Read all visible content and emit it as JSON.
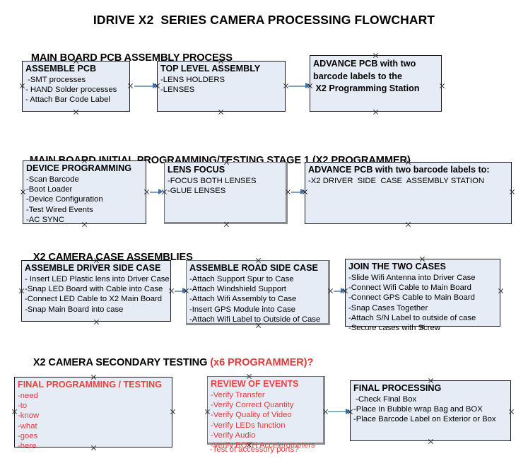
{
  "title": "IDRIVE X2  SERIES CAMERA PROCESSING FLOWCHART",
  "sections": [
    {
      "id": "sec1",
      "label": "MAIN BOARD PCB ASSEMBLY PROCESS",
      "accent": ""
    },
    {
      "id": "sec2",
      "label": "MAIN BOARD INITIAL PROGRAMMING/TESTING STAGE 1 (X2 PROGRAMMER)",
      "accent": ""
    },
    {
      "id": "sec3",
      "label": "X2 CAMERA CASE ASSEMBLIES",
      "accent": ""
    },
    {
      "id": "sec4",
      "label": "X2 CAMERA SECONDARY TESTING ",
      "accent": "(x6 PROGRAMMER)?"
    }
  ],
  "boxes": {
    "assemble_pcb": {
      "title": "ASSEMBLE PCB",
      "lines": [
        " -SMT processes",
        "- HAND Solder processes",
        "- Attach Bar Code Label"
      ]
    },
    "top_level_assembly": {
      "title": "TOP LEVEL ASSEMBLY",
      "lines": [
        "-LENS HOLDERS",
        "-LENSES"
      ]
    },
    "advance_pcb_station": {
      "title_lines": [
        "ADVANCE PCB with two",
        "barcode labels to the",
        " X2 Programming Station"
      ],
      "lines": []
    },
    "device_programming": {
      "title": "DEVICE PROGRAMMING",
      "lines": [
        "-Scan Barcode",
        "-Boot Loader",
        "-Device Configuration",
        "-Test Wired Events",
        "-AC SYNC"
      ]
    },
    "lens_focus": {
      "title": "LENS FOCUS",
      "lines": [
        "-FOCUS BOTH LENSES",
        "-GLUE LENSES"
      ]
    },
    "advance_pcb_driver": {
      "title": "ADVANCE PCB with two barcode labels to:",
      "lines": [
        "-X2 DRIVER  SIDE  CASE  ASSEMBLY STATION"
      ]
    },
    "assemble_driver_side": {
      "title": "ASSEMBLE DRIVER SIDE CASE",
      "lines": [
        "- Insert LED Plastic lens into Driver Case",
        "-Snap LED Board with Cable into Case",
        "-Connect LED Cable to X2 Main Board",
        "-Snap Main Board into case"
      ]
    },
    "assemble_road_side": {
      "title": "ASSEMBLE ROAD SIDE CASE",
      "lines": [
        "-Attach Support Spur to Case",
        "-Attach Windshield Support",
        "-Attach Wifi Assembly to Case",
        "-Insert GPS Module into Case",
        "-Attach Wifi Label to Outside of Case"
      ]
    },
    "join_two_cases": {
      "title": "JOIN THE TWO CASES",
      "lines": [
        "-Slide Wifi Antenna into Driver Case",
        "-Connect Wifi Cable to Main Board",
        "-Connect GPS Cable to Main Board",
        "-Snap Cases Together",
        "-Attach S/N Label to outside of case",
        "-Secure cases with Screw"
      ]
    },
    "final_programming": {
      "title": "FINAL PROGRAMMING / TESTING",
      "lines": [
        "-need",
        "-to",
        "-know",
        "-what",
        "-goes",
        "-here"
      ]
    },
    "review_of_events": {
      "title": "REVIEW OF EVENTS",
      "lines": [
        "-Verify Transfer",
        "-Verify Correct Quantity",
        "-Verify Quality of Video",
        "-Verify LEDs function",
        "-Verify Audio",
        "-Verify BOTH Accelerometers"
      ],
      "overflow_line": "-Test of accessory ports?"
    },
    "final_processing": {
      "title": "FINAL PROCESSING",
      "lines": [
        " -Check Final Box",
        "-Place In Bubble wrap Bag and BOX",
        "-Place Barcode Label on Exterior or Box"
      ]
    }
  },
  "colors": {
    "box_fill": "#e6ecf5",
    "box_border_dark": "#1a1a1a",
    "box_border_gray": "#6e6e6e",
    "accent_red": "#e03a3a",
    "connector_blue": "#7d9fc4",
    "connector_teal": "#39707e"
  }
}
